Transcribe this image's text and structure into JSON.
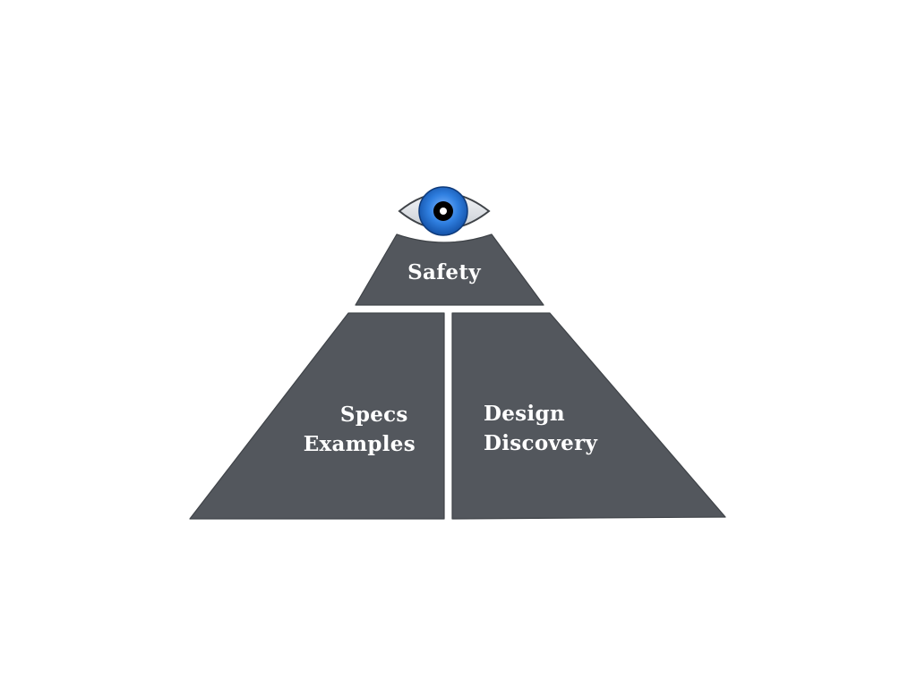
{
  "diagram": {
    "top_segment": {
      "lines": [
        "Safety"
      ]
    },
    "left_segment": {
      "lines": [
        "Specs",
        "Examples"
      ]
    },
    "right_segment": {
      "lines": [
        "Design",
        "Discovery"
      ]
    },
    "icon": "eye-icon",
    "colors": {
      "segment_fill": "#53575d",
      "iris": "#2f7fe0",
      "pupil": "#000000",
      "background": "#ffffff"
    }
  }
}
